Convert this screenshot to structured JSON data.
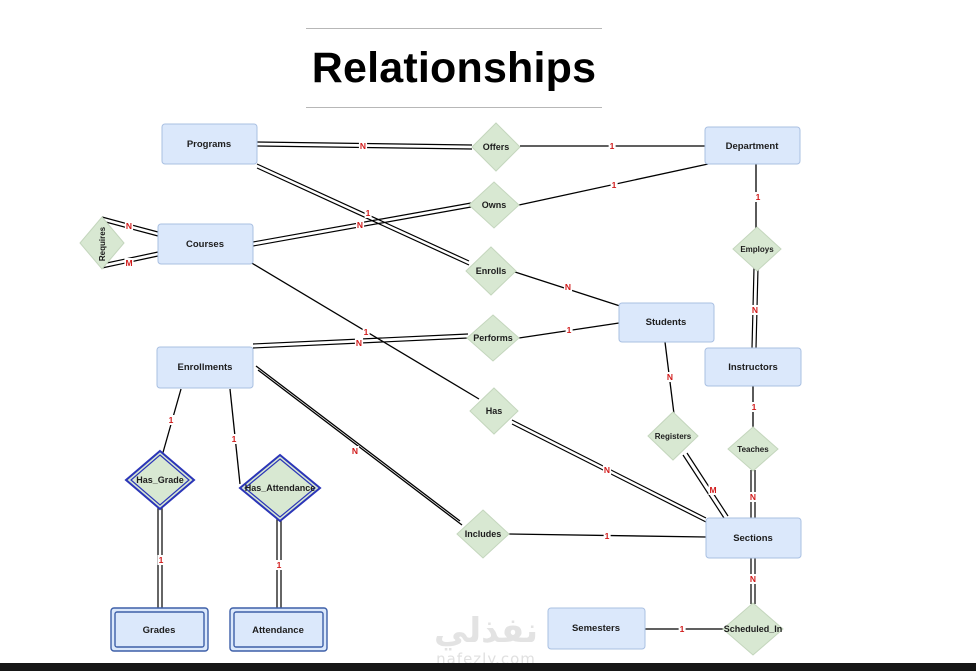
{
  "title": "Relationships",
  "entities": {
    "programs": "Programs",
    "department": "Department",
    "courses": "Courses",
    "students": "Students",
    "enrollments": "Enrollments",
    "instructors": "Instructors",
    "sections": "Sections",
    "semesters": "Semesters",
    "grades": "Grades",
    "attendance": "Attendance"
  },
  "relationships": {
    "offers": "Offers",
    "owns": "Owns",
    "requires": "Requires",
    "enrolls": "Enrolls",
    "employs": "Employs",
    "performs": "Performs",
    "has": "Has",
    "registers": "Registers",
    "teaches": "Teaches",
    "has_grade": "Has_Grade",
    "has_attendance": "Has_Attendance",
    "includes": "Includes",
    "scheduled_in": "Scheduled_In"
  },
  "cardinalities": {
    "programs_offers": "N",
    "offers_department": "1",
    "owns_department": "1",
    "courses_owns": "N",
    "programs_enrolls": "1",
    "enrolls_students": "N",
    "requires_courses_top": "N",
    "requires_courses_bottom": "M",
    "department_employs": "1",
    "employs_instructors": "N",
    "enrollments_performs": "N",
    "performs_students": "1",
    "courses_has": "1",
    "has_sections": "N",
    "students_registers": "N",
    "registers_sections": "M",
    "instructors_teaches": "1",
    "teaches_sections": "N",
    "enrollments_includes": "N",
    "includes_sections": "1",
    "enrollments_has_grade": "1",
    "has_grade_grades": "1",
    "enrollments_has_attendance": "1",
    "has_attendance_attendance": "1",
    "sections_scheduled_in": "N",
    "semesters_scheduled_in": "1"
  },
  "watermark": {
    "arabic": "نفذلي",
    "latin": "nafezly.com"
  },
  "colors": {
    "entity_fill": "#dbe8fb",
    "relationship_fill": "#d8e8d2",
    "identifying_border": "#2b35b8",
    "cardinality": "#d11b1b"
  }
}
